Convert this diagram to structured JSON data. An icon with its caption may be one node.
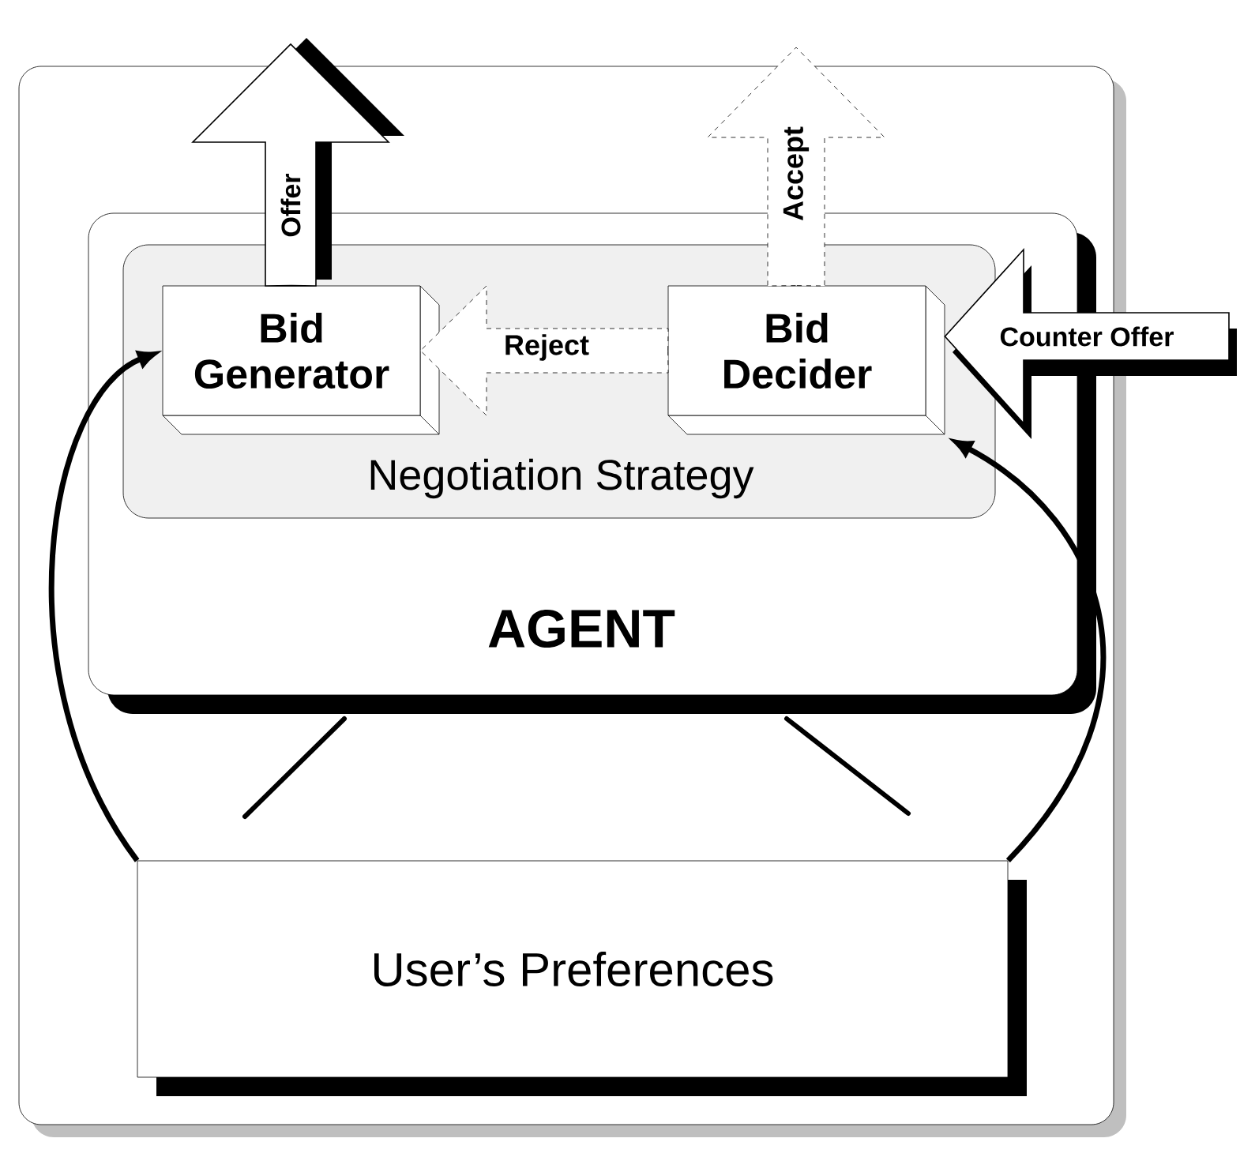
{
  "diagram": {
    "nodes": [
      {
        "text": [],
        "shape": "box"
      },
      {
        "text": [
          "AGENT"
        ],
        "in": 0
      },
      {
        "text": [
          "Negotiation Strategy"
        ],
        "in": 1
      },
      {
        "text": [
          "Bid Generator"
        ],
        "in": 2
      },
      {
        "text": [
          "Bid Decider"
        ],
        "in": 2
      },
      {
        "text": [
          "User’s Preferences"
        ],
        "in": 0
      }
    ],
    "edges": [
      {
        "from": 3,
        "to": null,
        "arrow": "to",
        "label": "Offer"
      },
      {
        "from": 4,
        "to": null,
        "arrow": "to",
        "label": "Accept",
        "style": "dashed"
      },
      {
        "from": 4,
        "to": 3,
        "arrow": "to",
        "label": "Reject",
        "style": "dashed"
      },
      {
        "from": null,
        "to": 4,
        "arrow": "to",
        "label": "Counter Offer"
      },
      {
        "from": 5,
        "to": 3,
        "arrow": "to"
      },
      {
        "from": 5,
        "to": 4,
        "arrow": "to"
      }
    ]
  }
}
